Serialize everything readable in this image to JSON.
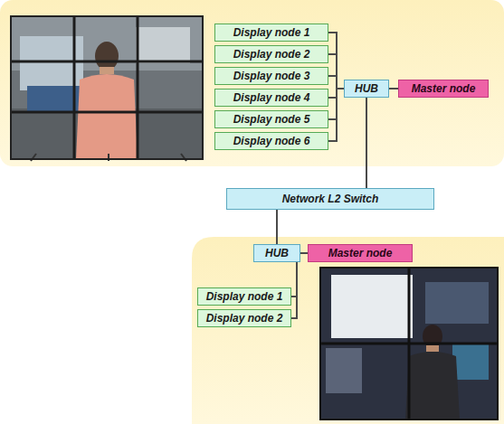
{
  "diagram": {
    "nodes": [
      {
        "text": [
          "Display node 1"
        ]
      },
      {
        "text": [
          "Display node 2"
        ]
      },
      {
        "text": [
          "Display node 3"
        ]
      },
      {
        "text": [
          "Display node 4"
        ]
      },
      {
        "text": [
          "Display node 5"
        ]
      },
      {
        "text": [
          "Display node 6"
        ]
      },
      {
        "text": [
          "HUB"
        ]
      },
      {
        "text": [
          "Master node"
        ]
      },
      {
        "text": [
          "Network L2 Switch"
        ]
      },
      {
        "text": [
          "HUB"
        ]
      },
      {
        "text": [
          "Master node"
        ]
      },
      {
        "text": [
          "Display node 1"
        ]
      },
      {
        "text": [
          "Display node 2"
        ]
      }
    ],
    "edges": [
      {
        "from": 0,
        "to": 6,
        "arrow": "none"
      },
      {
        "from": 1,
        "to": 6,
        "arrow": "none"
      },
      {
        "from": 2,
        "to": 6,
        "arrow": "none"
      },
      {
        "from": 3,
        "to": 6,
        "arrow": "none"
      },
      {
        "from": 4,
        "to": 6,
        "arrow": "none"
      },
      {
        "from": 5,
        "to": 6,
        "arrow": "none"
      },
      {
        "from": 6,
        "to": 7,
        "arrow": "none"
      },
      {
        "from": 6,
        "to": 8,
        "arrow": "none"
      },
      {
        "from": 8,
        "to": 9,
        "arrow": "none"
      },
      {
        "from": 9,
        "to": 10,
        "arrow": "none"
      },
      {
        "from": 9,
        "to": 11,
        "arrow": "none"
      },
      {
        "from": 9,
        "to": 12,
        "arrow": "none"
      }
    ]
  }
}
